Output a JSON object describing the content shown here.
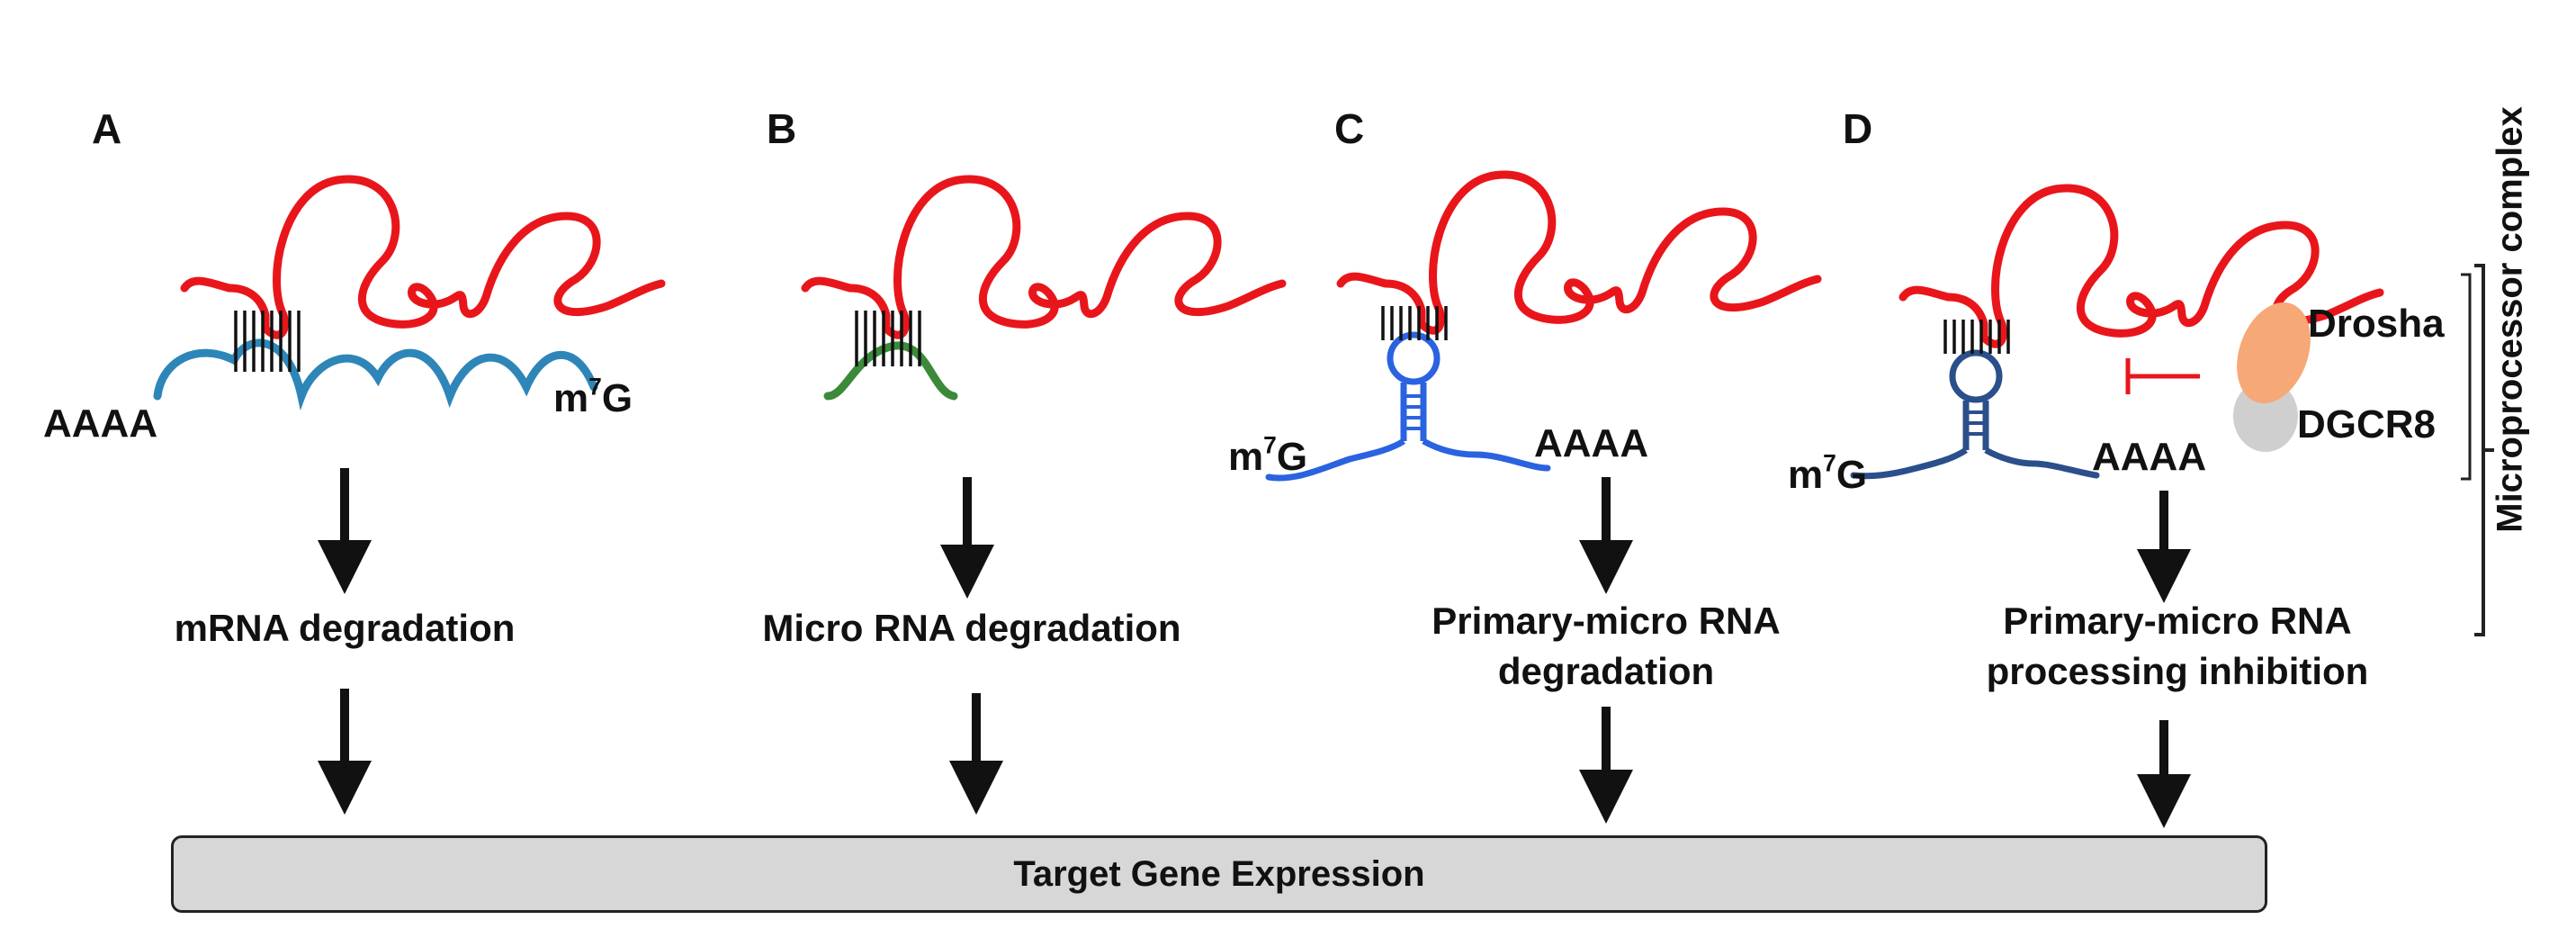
{
  "panels": [
    {
      "letter": "A",
      "left_end": "AAAA",
      "right_end_base": "m",
      "right_end_sup": "7",
      "right_end_tail": "G",
      "outcome_lines": [
        "mRNA degradation"
      ]
    },
    {
      "letter": "B",
      "outcome_lines": [
        "Micro RNA degradation"
      ]
    },
    {
      "letter": "C",
      "left_end_base": "m",
      "left_end_sup": "7",
      "left_end_tail": "G",
      "right_end": "AAAA",
      "outcome_lines": [
        "Primary-micro RNA",
        "degradation"
      ]
    },
    {
      "letter": "D",
      "left_end_base": "m",
      "left_end_sup": "7",
      "left_end_tail": "G",
      "right_end": "AAAA",
      "outcome_lines": [
        "Primary-micro RNA",
        "processing inhibition"
      ]
    }
  ],
  "microprocessor": {
    "title": "Microprocessor complex",
    "proteins": [
      "Drosha",
      "DGCR8"
    ]
  },
  "target": {
    "label": "Target Gene Expression"
  },
  "colors": {
    "lncrna": "#e8161b",
    "mrna": "#2e86b8",
    "mirna": "#3a8a3a",
    "pri_mirna_c": "#2a62e0",
    "pri_mirna_d": "#2a4f8a",
    "drosha": "#f6a877",
    "dgcr8": "#cfcfcf",
    "inhibit": "#e8161b"
  }
}
